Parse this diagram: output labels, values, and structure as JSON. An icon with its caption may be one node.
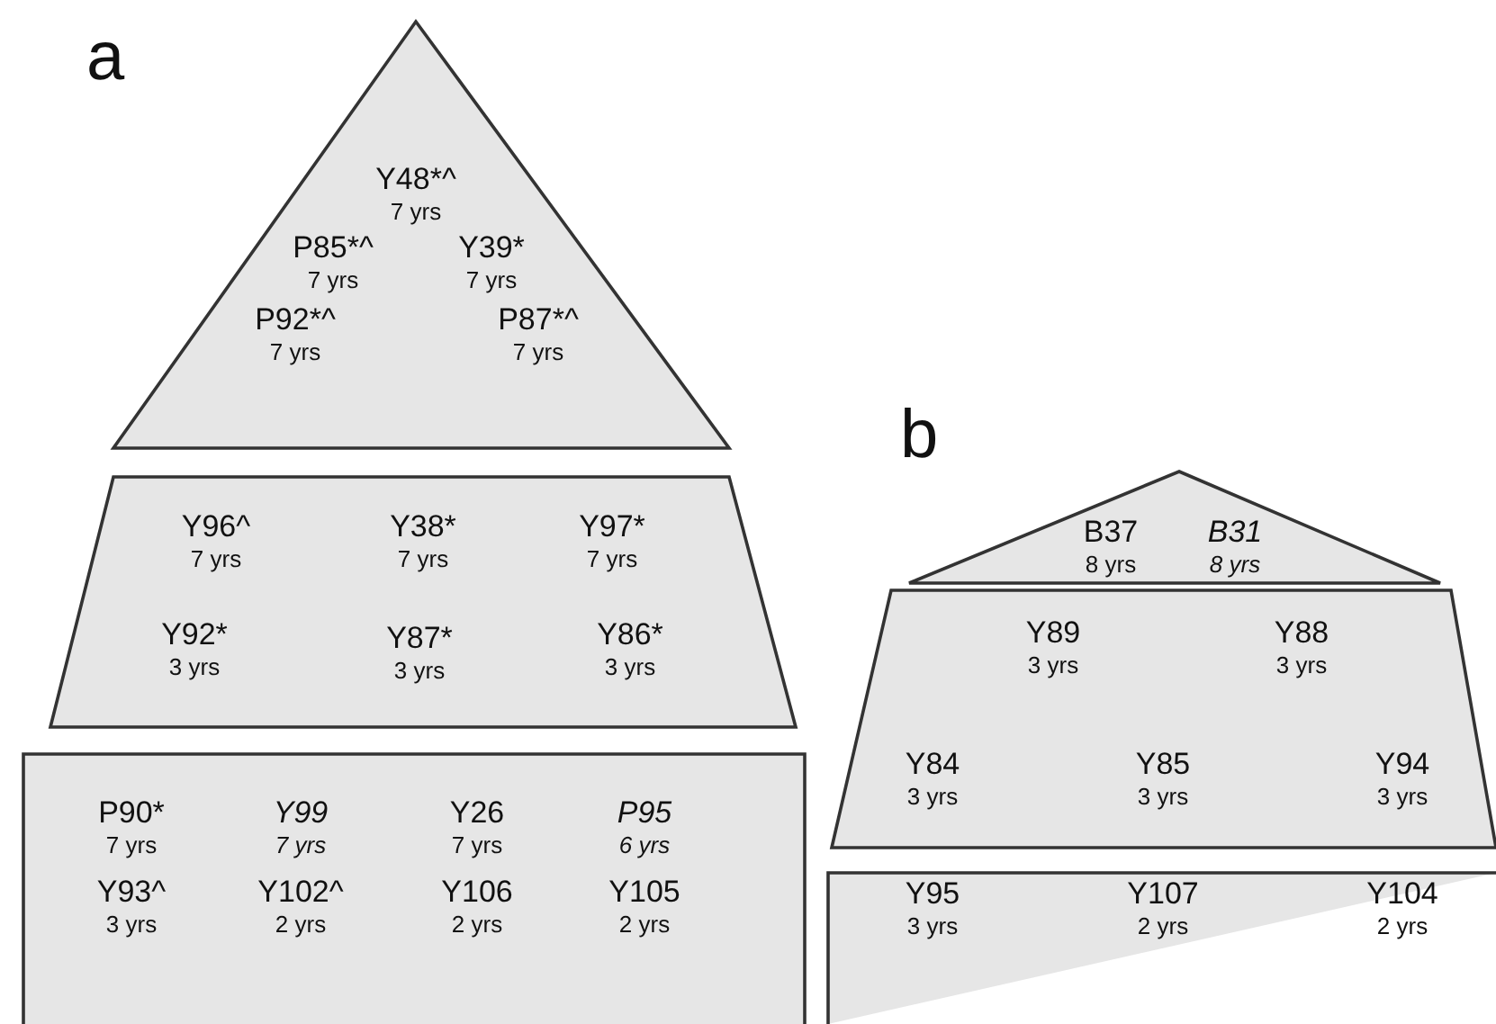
{
  "diagram": {
    "nodes": [
      {
        "text": [],
        "shape": "triangle"
      },
      {
        "text": [
          "Y48*^",
          "7 yrs"
        ],
        "in": 0
      },
      {
        "text": [
          "P85*^",
          "7 yrs"
        ],
        "in": 0
      },
      {
        "text": [
          "Y39*",
          "7 yrs"
        ],
        "in": 0
      },
      {
        "text": [
          "P92*^",
          "7 yrs"
        ],
        "in": 0
      },
      {
        "text": [
          "P87*^",
          "7 yrs"
        ],
        "in": 0
      },
      {
        "text": [],
        "shape": "trapezoid"
      },
      {
        "text": [
          "Y96^",
          "7 yrs"
        ],
        "in": 6
      },
      {
        "text": [
          "Y38*",
          "7 yrs"
        ],
        "in": 6
      },
      {
        "text": [
          "Y97*",
          "7 yrs"
        ],
        "in": 6
      },
      {
        "text": [
          "Y92*",
          "3 yrs"
        ],
        "in": 6
      },
      {
        "text": [
          "Y87*",
          "3 yrs"
        ],
        "in": 6
      },
      {
        "text": [
          "Y86*",
          "3 yrs"
        ],
        "in": 6
      },
      {
        "text": [],
        "shape": "box"
      },
      {
        "text": [
          "P90*",
          "7 yrs"
        ],
        "in": 13
      },
      {
        "text": [
          "*Y99*",
          "*7 yrs*"
        ],
        "in": 13
      },
      {
        "text": [
          "Y26",
          "7 yrs"
        ],
        "in": 13
      },
      {
        "text": [
          "*P95*",
          "*6 yrs*"
        ],
        "in": 13
      },
      {
        "text": [
          "Y93^",
          "3 yrs"
        ],
        "in": 13
      },
      {
        "text": [
          "Y102^",
          "2 yrs"
        ],
        "in": 13
      },
      {
        "text": [
          "Y106",
          "2 yrs"
        ],
        "in": 13
      },
      {
        "text": [
          "Y105",
          "2 yrs"
        ],
        "in": 13
      },
      {
        "text": [],
        "shape": "triangle"
      },
      {
        "text": [
          "B37",
          "8 yrs"
        ],
        "in": 22
      },
      {
        "text": [
          "*B31*",
          "*8 yrs*"
        ],
        "in": 22
      },
      {
        "text": [],
        "shape": "trapezoid"
      },
      {
        "text": [
          "Y89",
          "3 yrs"
        ],
        "in": 25
      },
      {
        "text": [
          "Y88",
          "3 yrs"
        ],
        "in": 25
      },
      {
        "text": [
          "Y84",
          "3 yrs"
        ],
        "in": 25
      },
      {
        "text": [
          "Y85",
          "3 yrs"
        ],
        "in": 25
      },
      {
        "text": [
          "Y94",
          "3 yrs"
        ],
        "in": 25
      },
      {
        "text": [],
        "shape": "box"
      },
      {
        "text": [
          "Y95",
          "3 yrs"
        ],
        "in": 31
      },
      {
        "text": [
          "Y107",
          "2 yrs"
        ],
        "in": 31
      },
      {
        "text": [
          "Y104",
          "2 yrs"
        ],
        "in": 31
      }
    ],
    "labels": [
      "a",
      "b"
    ]
  }
}
